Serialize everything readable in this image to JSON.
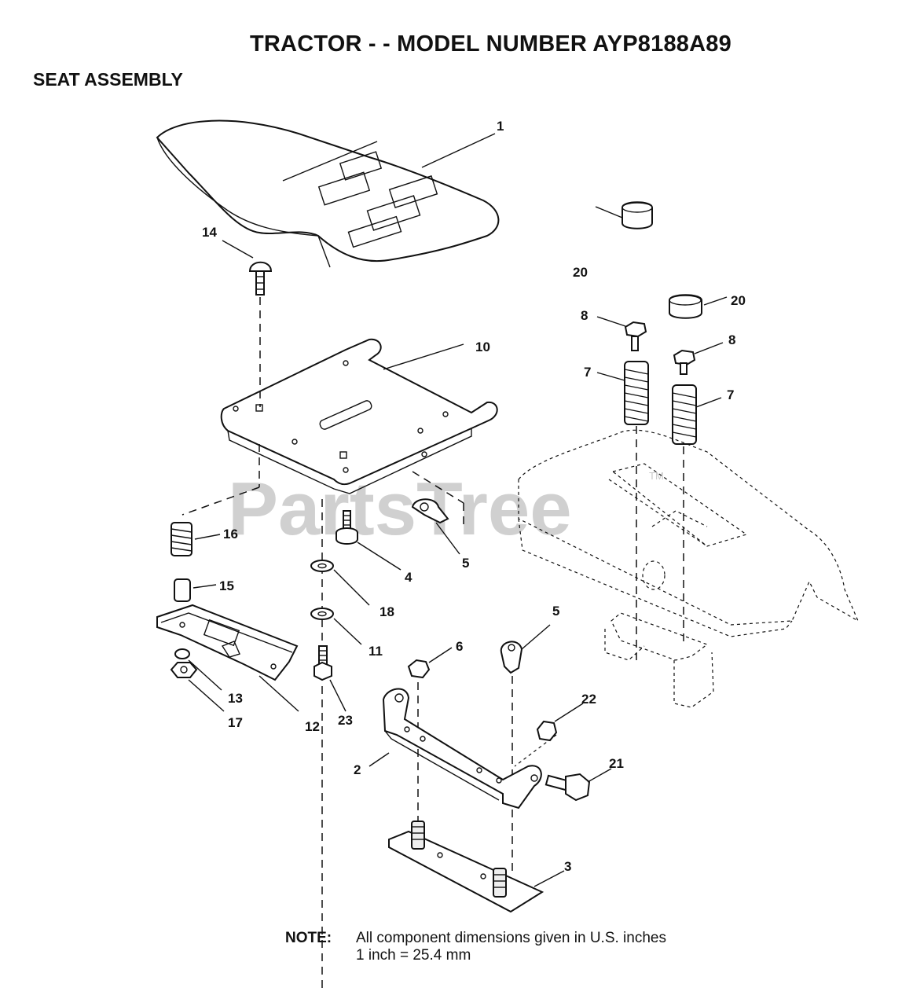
{
  "header": {
    "title": "TRACTOR - - MODEL NUMBER AYP8188A89",
    "section": "SEAT ASSEMBLY"
  },
  "watermark": {
    "text": "PartsTree",
    "trademark": "TM"
  },
  "callouts": [
    "1",
    "14",
    "10",
    "20",
    "20",
    "8",
    "8",
    "7",
    "7",
    "16",
    "4",
    "5",
    "15",
    "18",
    "11",
    "6",
    "5",
    "13",
    "17",
    "12",
    "23",
    "22",
    "2",
    "21",
    "3"
  ],
  "note": {
    "label": "NOTE:",
    "line1": "All component dimensions given in U.S. inches",
    "line2": "1 inch = 25.4 mm"
  }
}
